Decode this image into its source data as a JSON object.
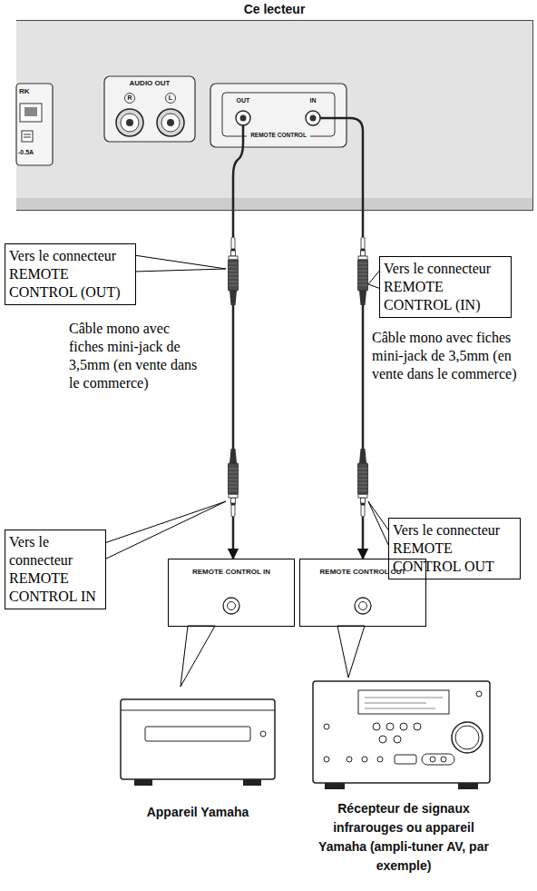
{
  "diagram": {
    "nodes": [
      {
        "text": [
          "Ce lecteur"
        ]
      },
      {
        "text": [
          "Vers le connecteur REMOTE CONTROL (OUT)"
        ]
      },
      {
        "text": [
          "Vers le connecteur REMOTE CONTROL (IN)"
        ]
      },
      {
        "text": [
          "Vers le connecteur REMOTE CONTROL IN"
        ]
      },
      {
        "text": [
          "Vers le connecteur REMOTE CONTROL OUT"
        ]
      },
      {
        "text": [
          "REMOTE CONTROL IN"
        ]
      },
      {
        "text": [
          "REMOTE CONTROL OUT"
        ]
      }
    ],
    "edges": [
      {
        "from": 0,
        "to": 5,
        "arrow": "to",
        "label": "Câble mono avec fiches mini-jack de 3,5mm (en vente dans le commerce)"
      },
      {
        "from": 0,
        "to": 6,
        "arrow": "to",
        "label": "Câble mono avec fiches mini-jack de 3,5mm (en vente dans le commerce)"
      }
    ],
    "labels": [
      "RK",
      "AUDIO OUT",
      "R",
      "L",
      "OUT",
      "IN",
      "REMOTE CONTROL",
      "-0.5A",
      "Appareil Yamaha",
      "Récepteur de signaux infrarouges ou appareil Yamaha (ampli-tuner AV, par exemple)"
    ]
  }
}
